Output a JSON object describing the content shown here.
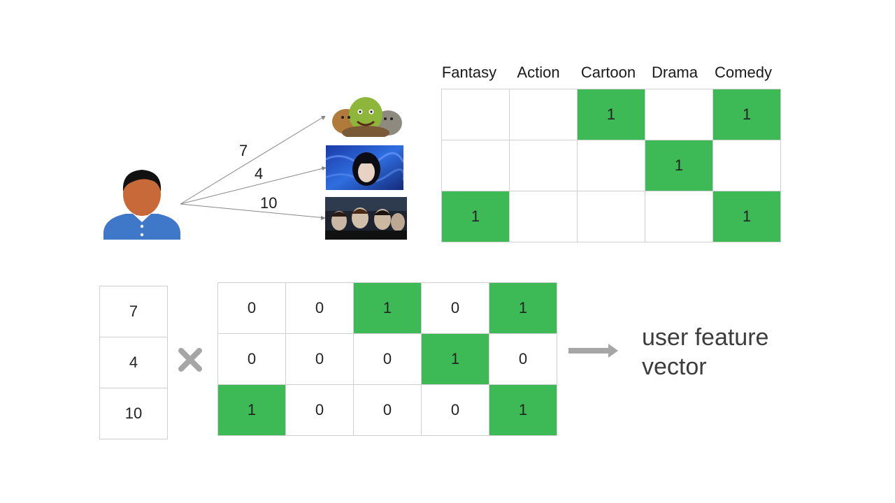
{
  "genres": [
    "Fantasy",
    "Action",
    "Cartoon",
    "Drama",
    "Comedy"
  ],
  "ratings": [
    "7",
    "4",
    "10"
  ],
  "top_matrix": [
    [
      "",
      "",
      "1",
      "",
      "1"
    ],
    [
      "",
      "",
      "",
      "1",
      ""
    ],
    [
      "1",
      "",
      "",
      "",
      "1"
    ]
  ],
  "bottom_matrix": [
    [
      "0",
      "0",
      "1",
      "0",
      "1"
    ],
    [
      "0",
      "0",
      "0",
      "1",
      "0"
    ],
    [
      "1",
      "0",
      "0",
      "0",
      "1"
    ]
  ],
  "caption": "user feature vector",
  "colors": {
    "highlight": "#3dba55",
    "arrow": "#a6a6a6",
    "user_shirt": "#3f78c8",
    "user_skin": "#c8693a",
    "user_hair": "#111111"
  },
  "icons": {
    "user": "user-avatar-icon",
    "multiply": "multiply-icon",
    "arrow": "right-arrow-icon"
  }
}
